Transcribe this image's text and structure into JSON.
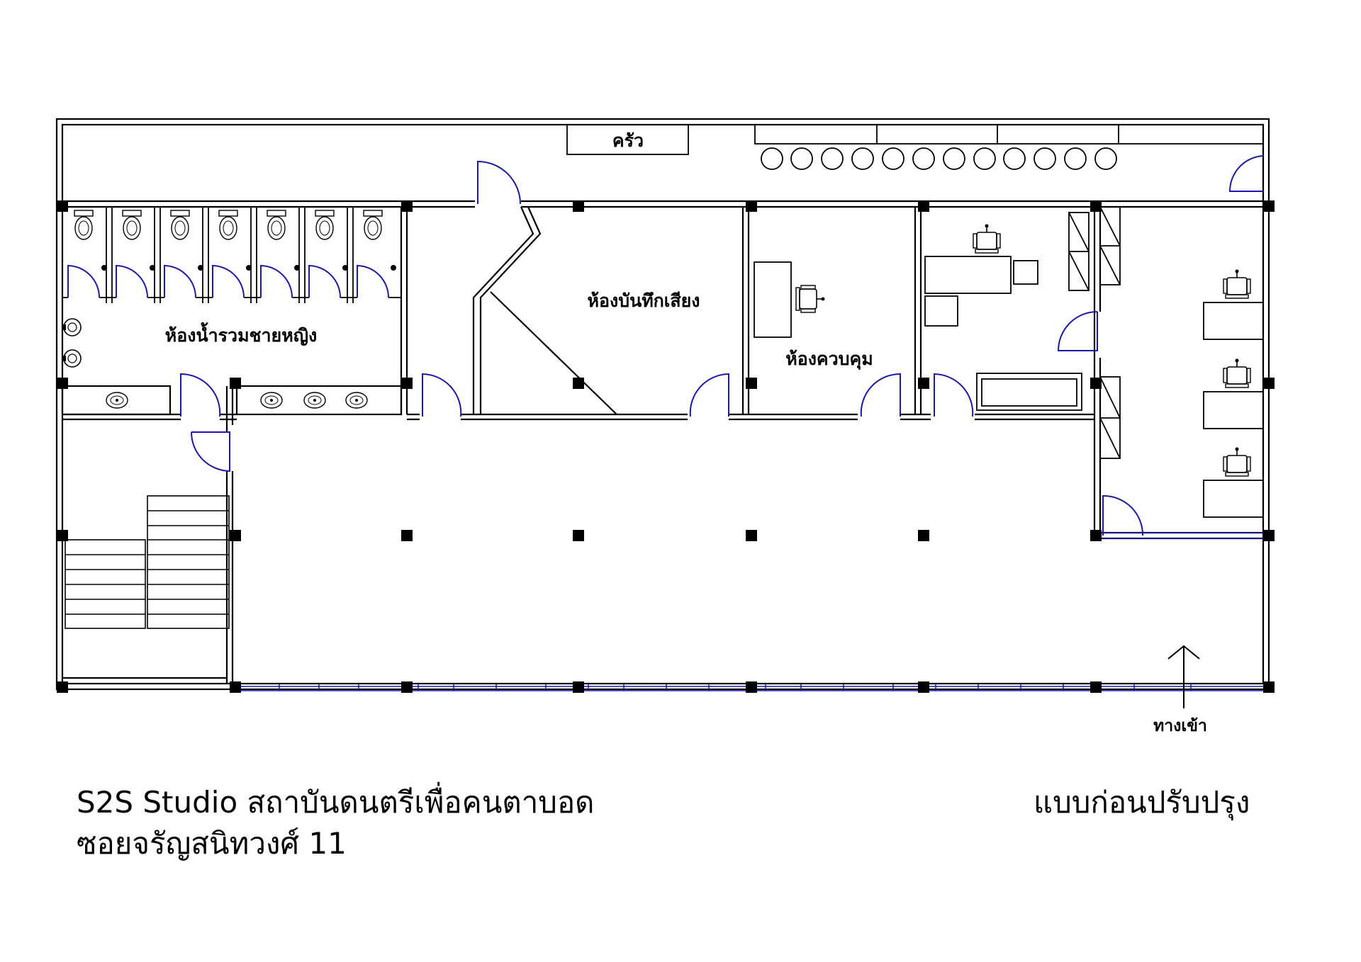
{
  "rooms": {
    "kitchen": "ครัว",
    "restroom": "ห้องน้ำรวมชายหญิง",
    "recording": "ห้องบันทึกเสียง",
    "control": "ห้องควบคุม"
  },
  "entrance_label": "ทางเข้า",
  "title": {
    "line1": "S2S Studio สถาบันดนตรีเพื่อคนตาบอด",
    "line2": "ซอยจรัญสนิทวงศ์ 11",
    "status": "แบบก่อนปรับปรุง"
  },
  "colors": {
    "wall": "#000000",
    "door": "#1a1aa6",
    "background": "#ffffff"
  }
}
